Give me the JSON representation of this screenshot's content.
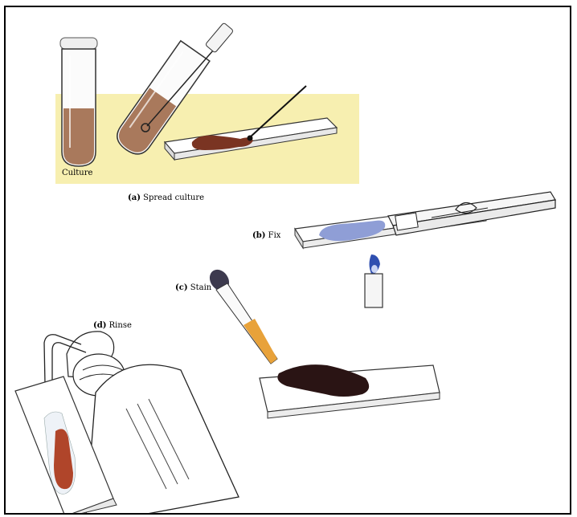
{
  "panels": {
    "a": {
      "letter": "(a)",
      "caption": "Spread culture",
      "tube_label": "Culture"
    },
    "b": {
      "letter": "(b)",
      "caption": "Fix"
    },
    "c": {
      "letter": "(c)",
      "caption": "Stain"
    },
    "d": {
      "letter": "(d)",
      "caption": "Rinse"
    }
  },
  "colors": {
    "panel_a_background": "#f7efb0",
    "culture_liquid": "#a06a4a",
    "smear_brown": "#7a3422",
    "fixed_smear": "#8f9ed6",
    "stain_dark": "#2a1414",
    "dropper_bulb": "#3d3a4e",
    "stain_liquid": "#e8a23a",
    "flame_blue": "#2f4fb0",
    "rinse_smear": "#b0452a"
  }
}
